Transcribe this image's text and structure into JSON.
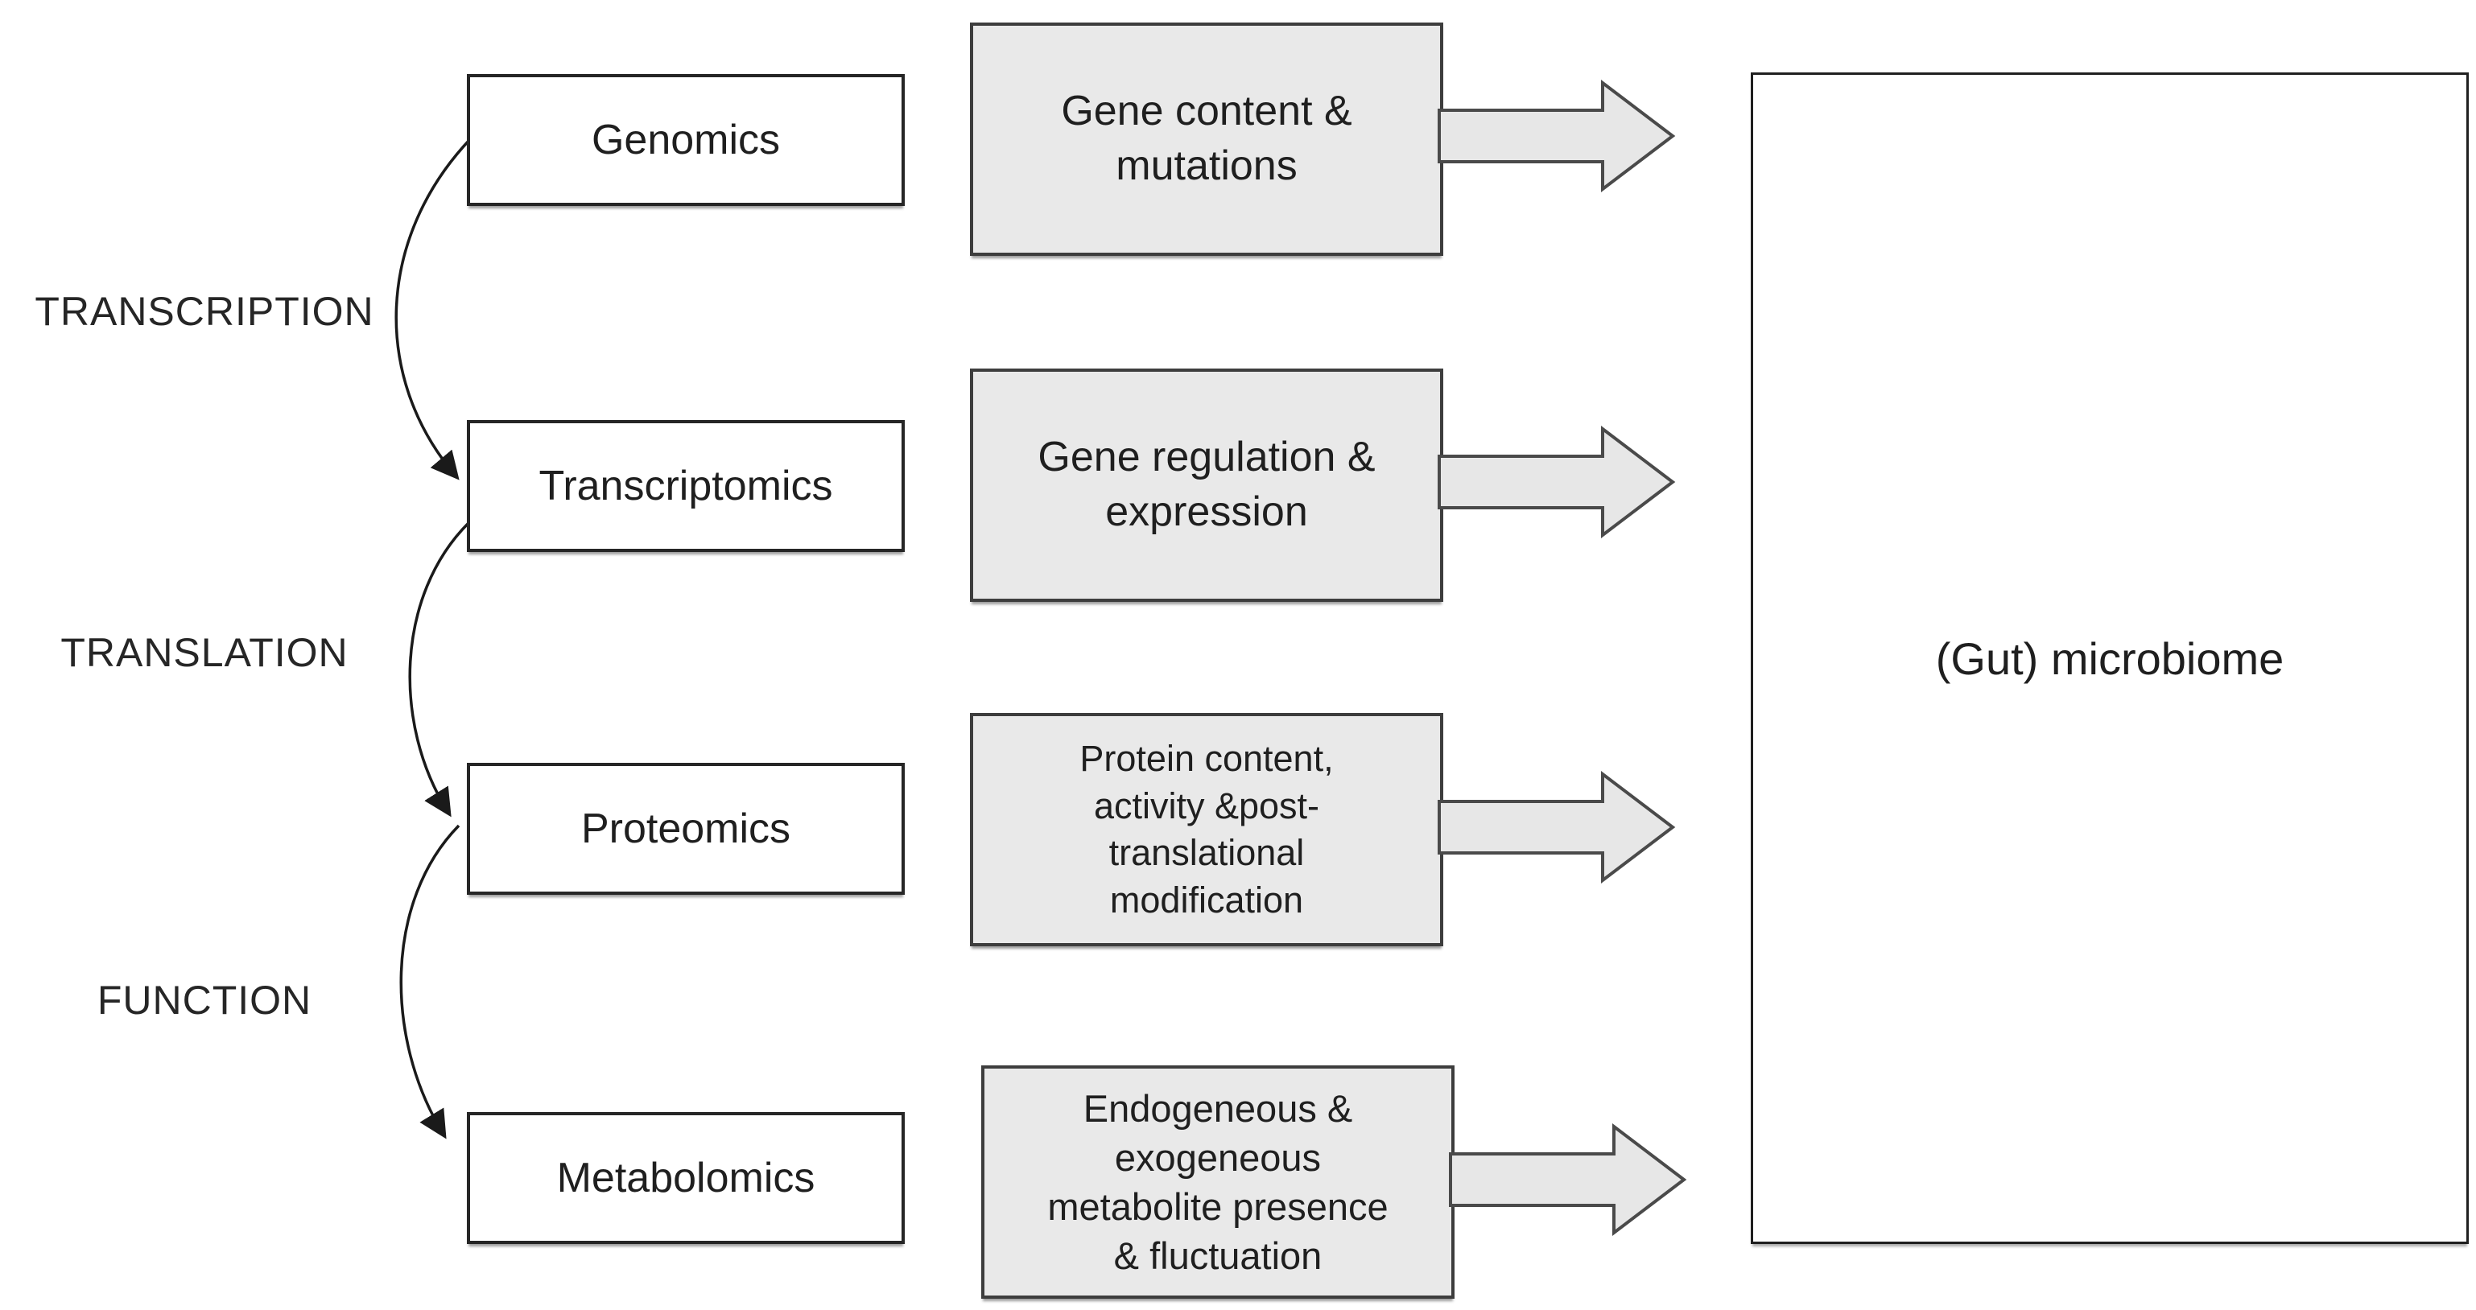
{
  "stages": [
    {
      "label": "TRANSCRIPTION"
    },
    {
      "label": "TRANSLATION"
    },
    {
      "label": "FUNCTION"
    }
  ],
  "rows": [
    {
      "omics": "Genomics",
      "output": "Gene content &\nmutations"
    },
    {
      "omics": "Transcriptomics",
      "output": "Gene regulation &\nexpression"
    },
    {
      "omics": "Proteomics",
      "output": "Protein content,\nactivity &post-\ntranslational\nmodification"
    },
    {
      "omics": "Metabolomics",
      "output": "Endogeneous &\nexogeneous\nmetabolite presence\n& fluctuation"
    }
  ],
  "target": {
    "label": "(Gut) microbiome"
  },
  "colors": {
    "background": "#ffffff",
    "omics_box_fill": "#ffffff",
    "omics_box_border": "#262626",
    "description_box_fill": "#e9e9e9",
    "description_box_border": "#3d3d3d",
    "block_arrow_fill": "#e7e7e7",
    "block_arrow_border": "#4a4a4a",
    "connector_line": "#1a1a1a",
    "text": "#1f1f1f"
  }
}
